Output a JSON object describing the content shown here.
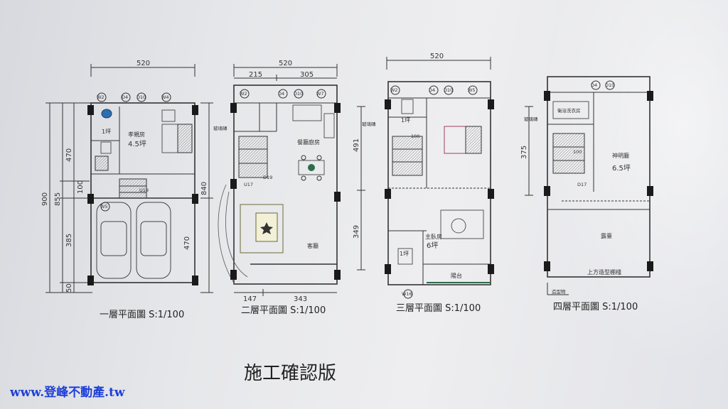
{
  "plans": [
    {
      "title": "一層平面圖 S:1/100",
      "dims": {
        "top": "520",
        "left_total": "900",
        "left_a": "855",
        "left_b": "470",
        "left_c": "100",
        "left_d": "385",
        "left_e": "50",
        "right_a": "840",
        "right_b": "470"
      },
      "tags": [
        "W2",
        "D4",
        "D10",
        "W4",
        "W5"
      ],
      "labels": {
        "bath": "1坪",
        "room": "孝親房",
        "area": "4.5坪",
        "stair": "U19"
      }
    },
    {
      "title": "二層平面圖 S:1/100",
      "dims": {
        "top": "520",
        "top_a": "215",
        "top_b": "305",
        "bottom_a": "147",
        "bottom_b": "343"
      },
      "tags": [
        "W2",
        "D4",
        "D10",
        "W7"
      ],
      "labels": {
        "glass": "玻璃磚",
        "kitchen": "餐廳廚房",
        "stair_a": "U17",
        "stair_b": "D19",
        "living": "客廳"
      }
    },
    {
      "title": "三層平面圖 S:1/100",
      "dims": {
        "top": "520",
        "right_a": "491",
        "right_b": "349"
      },
      "tags": [
        "W2",
        "D4",
        "D10",
        "W5",
        "W16"
      ],
      "labels": {
        "glass": "玻璃磚",
        "bath_a": "1坪",
        "stair": "100",
        "master": "主臥房",
        "master_area": "6坪",
        "bath_b": "1坪",
        "balcony": "陽台"
      }
    },
    {
      "title": "四層平面圖 S:1/100",
      "dims": {
        "right": "375"
      },
      "tags": [
        "D4",
        "D10"
      ],
      "labels": {
        "laundry": "衛浴洗衣房",
        "glass": "玻璃磚",
        "stair_a": "100",
        "stair_b": "D17",
        "room": "神明廳",
        "room_area": "6.5坪",
        "terrace": "露臺",
        "pergola": "上方造型棚棧",
        "feature": "造型物"
      }
    }
  ],
  "caption": "施工確認版",
  "watermark": "www.登峰不動產.tw"
}
